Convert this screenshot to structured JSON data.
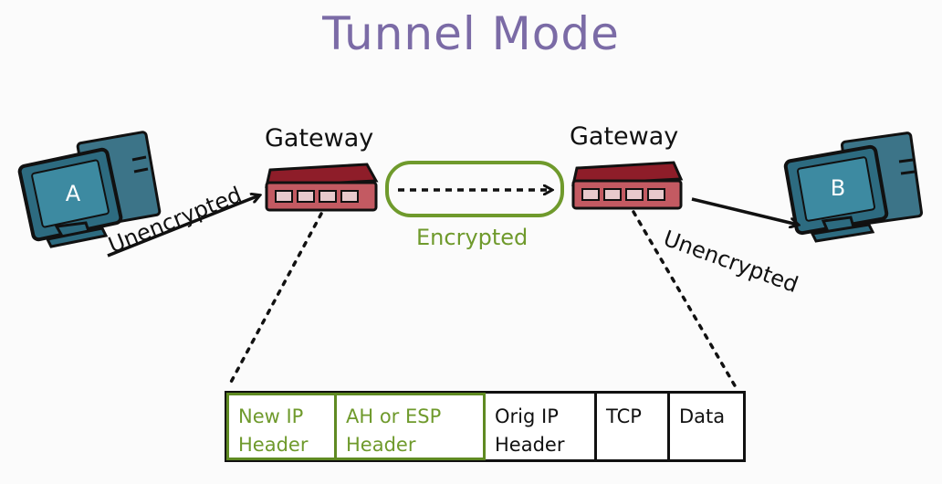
{
  "title": "Tunnel Mode",
  "colors": {
    "title": "#7b6ba6",
    "accent_green": "#6f9a2c",
    "router_red": "#a1222e",
    "screen_blue": "#2d6b80",
    "ink": "#111111"
  },
  "hosts": {
    "left": {
      "label": "A",
      "icon": "computer-icon"
    },
    "right": {
      "label": "B",
      "icon": "computer-icon"
    }
  },
  "gateways": {
    "left": {
      "label": "Gateway",
      "icon": "router-icon"
    },
    "right": {
      "label": "Gateway",
      "icon": "router-icon"
    }
  },
  "links": {
    "left_label": "Unencrypted",
    "middle_label": "Encrypted",
    "right_label": "Unencrypted"
  },
  "packet": {
    "cells": [
      {
        "line1": "New IP",
        "line2": "Header"
      },
      {
        "line1": "AH or ESP",
        "line2": "Header"
      },
      {
        "line1": "Orig IP",
        "line2": "Header"
      },
      {
        "line1": "TCP",
        "line2": ""
      },
      {
        "line1": "Data",
        "line2": ""
      }
    ]
  }
}
